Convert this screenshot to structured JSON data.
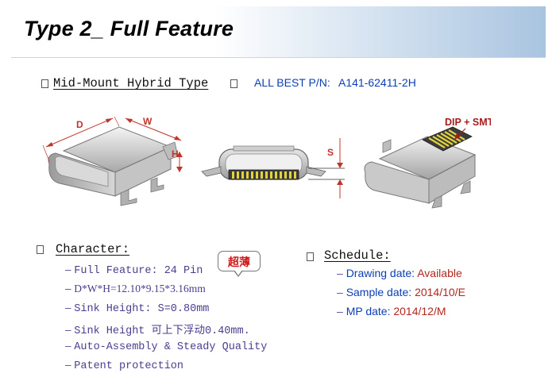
{
  "slide": {
    "title": "Type 2_ Full Feature"
  },
  "header_row": {
    "mount_type": "Mid-Mount Hybrid Type",
    "pn_label": "ALL BEST P/N:",
    "pn_value": "A141-62411-2H"
  },
  "figures": {
    "left_dims": {
      "d": "D",
      "w": "W",
      "h": "H"
    },
    "middle_dim": "S",
    "right_callout": "DIP + SMT 焊脚"
  },
  "character": {
    "heading": "Character:",
    "bullet_char": "–",
    "items": [
      "Full Feature: 24 Pin",
      "D*W*H=12.10*9.15*3.16mm",
      "Sink Height: S=0.80mm",
      "Sink Height 可上下浮动0.40mm.",
      "Auto-Assembly & Steady Quality",
      "Patent protection"
    ],
    "badge": "超薄"
  },
  "schedule": {
    "heading": "Schedule:",
    "bullet_char": "–",
    "items": [
      {
        "label": "Drawing date:",
        "value": "Available"
      },
      {
        "label": "Sample date:",
        "value": "2014/10/E"
      },
      {
        "label": "MP date:",
        "value": "2014/12/M"
      }
    ]
  },
  "colors": {
    "title_gradient_end": "#a9c4e0",
    "blue_text": "#0b3fb5",
    "red_text": "#b3261e",
    "purple_text": "#4a3f8f",
    "connector_gold": "#e2d23c"
  }
}
